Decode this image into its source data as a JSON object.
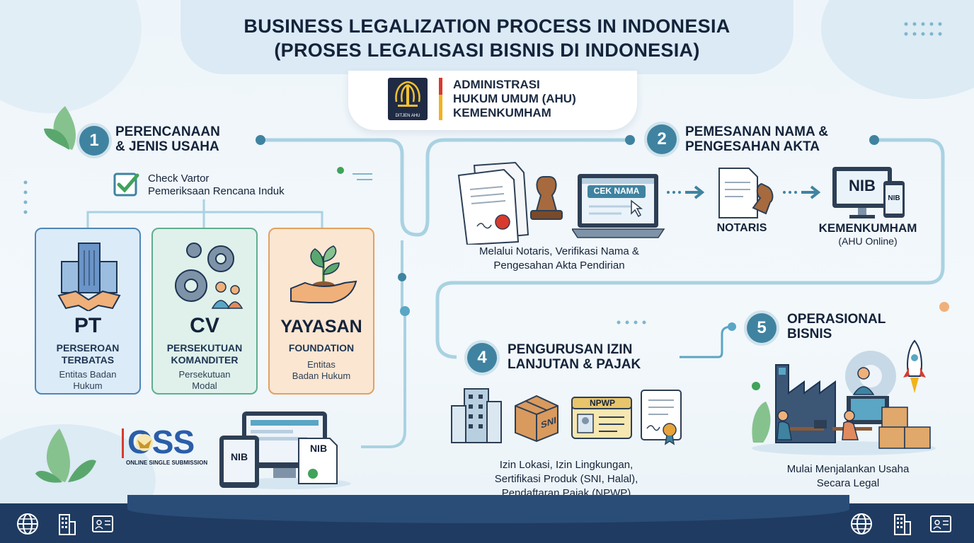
{
  "title_line1": "BUSINESS LEGALIZATION PROCESS IN INDONESIA",
  "title_line2": "(PROSES LEGALISASI BISNIS DI INDONESIA)",
  "ahu": {
    "logo_text": "DITJEN AHU",
    "line1": "ADMINISTRASI",
    "line2": "HUKUM UMUM (AHU)",
    "line3": "KEMENKUMHAM"
  },
  "step1": {
    "number": "1",
    "title_line1": "PERENCANAAN",
    "title_line2": "& JENIS USAHA",
    "check_line1": "Check Vartor",
    "check_line2": "Pemeriksaan Rencana Induk",
    "cards": [
      {
        "big": "PT",
        "sub1": "PERSEROAN",
        "sub2": "TERBATAS",
        "desc1": "Entitas Badan",
        "desc2": "Hukum"
      },
      {
        "big": "CV",
        "sub1": "PERSEKUTUAN",
        "sub2": "KOMANDITER",
        "desc1": "Persekutuan",
        "desc2": "Modal"
      },
      {
        "big": "YAYASAN",
        "sub1": "FOUNDATION",
        "sub2": "",
        "desc1": "Entitas",
        "desc2": "Badan Hukum"
      }
    ],
    "oss_logo": "OSS",
    "oss_sub": "ONLINE SINGLE SUBMISSION",
    "nib_tablet": "NIB",
    "nib_doc": "NIB"
  },
  "step2": {
    "number": "2",
    "title_line1": "PEMESANAN NAMA &",
    "title_line2": "PENGESAHAN AKTA",
    "screen_label": "CEK NAMA",
    "caption_line1": "Melalui Notaris, Verifikasi Nama &",
    "caption_line2": "Pengesahan Akta Pendirian",
    "notaris_label": "NOTARIS",
    "kemen_label": "KEMENKUMHAM",
    "kemen_sub": "(AHU Online)",
    "monitor_text": "NIB",
    "phone_text": "NIB"
  },
  "step4": {
    "number": "4",
    "title_line1": "PENGURUSAN IZIN",
    "title_line2": "LANJUTAN & PAJAK",
    "box_label": "SNI",
    "card_label": "NPWP",
    "caption_line1": "Izin Lokasi, Izin Lingkungan,",
    "caption_line2": "Sertifikasi Produk (SNI, Halal),",
    "caption_line3": "Pendaftaran Pajak (NPWP)"
  },
  "step5": {
    "number": "5",
    "title_line1": "OPERASIONAL",
    "title_line2": "BISNIS",
    "caption_line1": "Mulai Menjalankan Usaha",
    "caption_line2": "Secara Legal"
  },
  "colors": {
    "navy": "#1f3b61",
    "teal": "#3f83a1",
    "pt_card": "#dcebf8",
    "cv_card": "#dff1ea",
    "yayasan_card": "#fbe6d2"
  }
}
